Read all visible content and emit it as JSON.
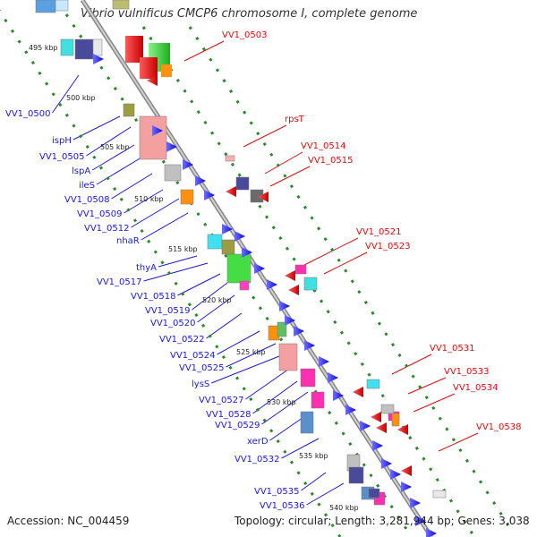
{
  "title": "Vibrio vulnificus CMCP6 chromosome I, complete genome",
  "footer": {
    "accession": "Accession: NC_004459",
    "stats": "Topology: circular; Length: 3,281,944 bp; Genes: 3,038"
  },
  "scale_labels": [
    "495 kbp",
    "500 kbp",
    "505 kbp",
    "510 kbp",
    "515 kbp",
    "520 kbp",
    "525 kbp",
    "530 kbp",
    "535 kbp",
    "540 kbp"
  ],
  "left_labels": [
    "VV1_0500",
    "ispH",
    "VV1_0505",
    "lspA",
    "ileS",
    "VV1_0508",
    "VV1_0509",
    "VV1_0512",
    "nhaR",
    "thyA",
    "VV1_0517",
    "VV1_0518",
    "VV1_0519",
    "VV1_0520",
    "VV1_0522",
    "VV1_0524",
    "VV1_0525",
    "lysS",
    "VV1_0527",
    "VV1_0528",
    "VV1_0529",
    "xerD",
    "VV1_0532",
    "VV1_0535",
    "VV1_0536"
  ],
  "right_labels": [
    "VV1_0503",
    "rpsT",
    "VV1_0514",
    "VV1_0515",
    "VV1_0521",
    "VV1_0523",
    "VV1_0531",
    "VV1_0533",
    "VV1_0534",
    "VV1_0538"
  ],
  "colors": {
    "left_label": "#1a1adb",
    "right_label": "#d81010",
    "backbone": "#999999",
    "ticks": "#2a8a2a",
    "feature_blue": "#1010e0",
    "feature_red": "#e01010"
  }
}
